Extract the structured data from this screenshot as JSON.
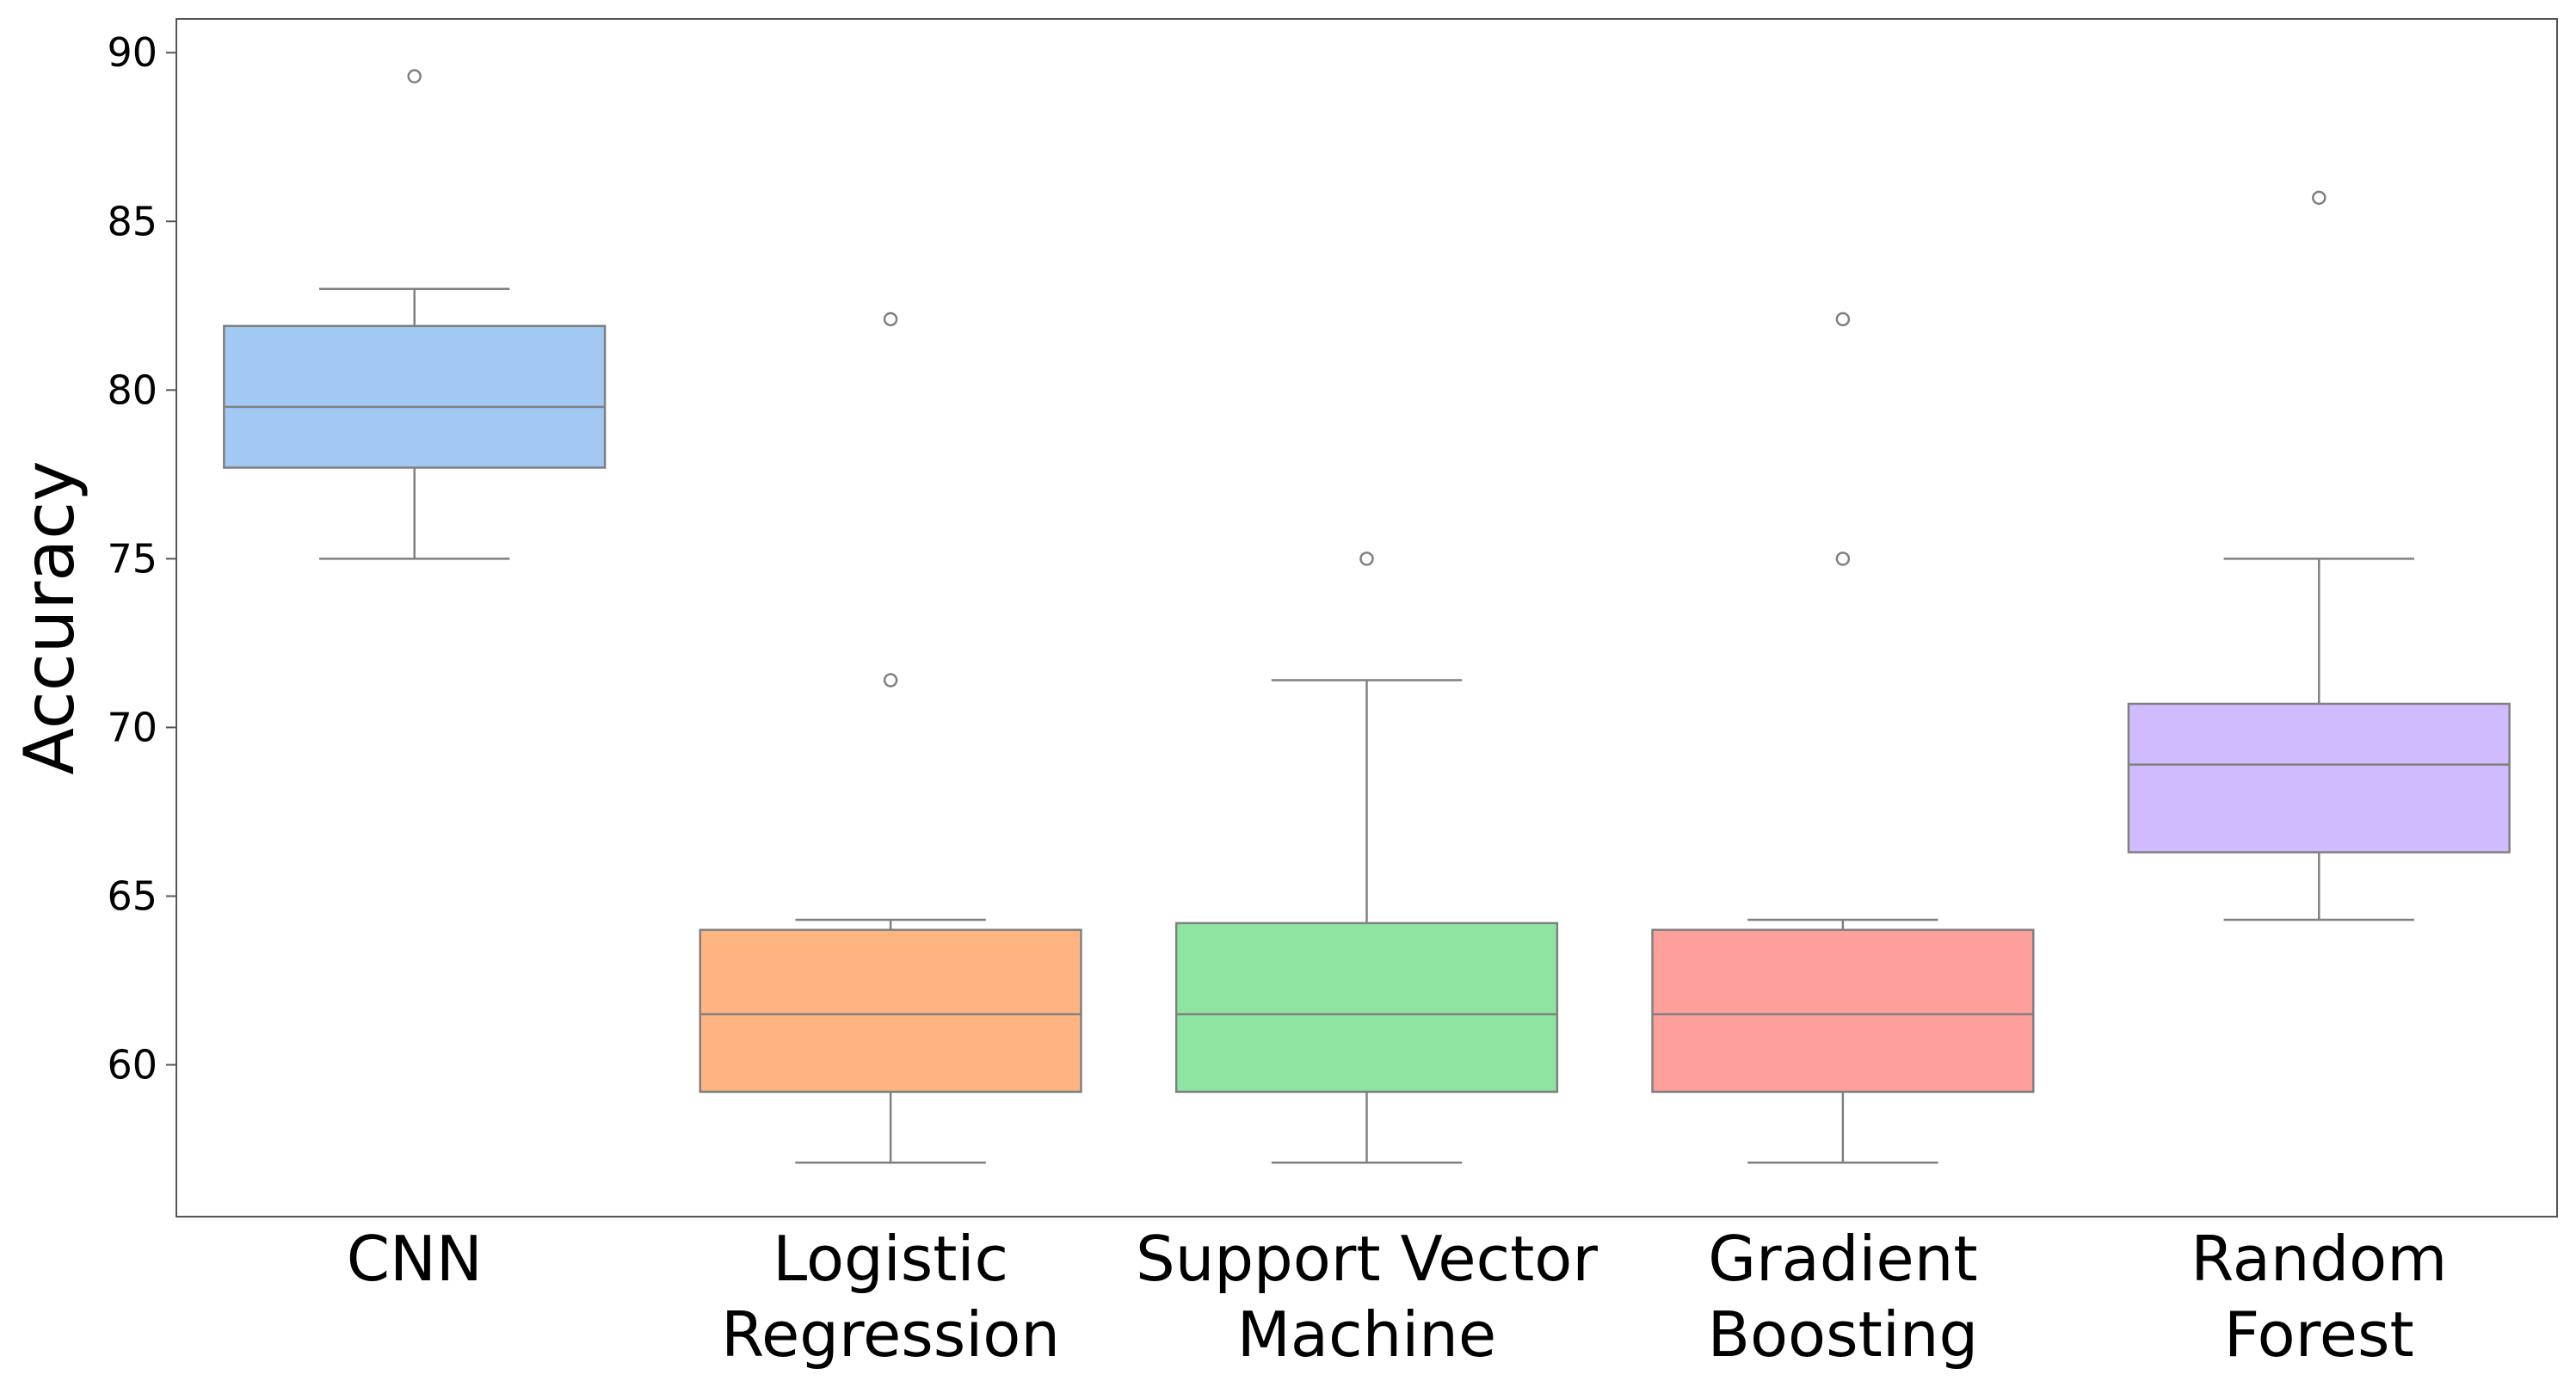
{
  "chart_data": {
    "type": "box",
    "title": "",
    "xlabel": "",
    "ylabel": "Accuracy",
    "ylim": [
      55.5,
      91
    ],
    "yticks": [
      60,
      65,
      70,
      75,
      80,
      85,
      90
    ],
    "grid": false,
    "legend": "none",
    "whisker_color": "#808080",
    "categories": [
      {
        "label_lines": [
          "CNN"
        ],
        "color": "#a1c9f4",
        "q1": 77.7,
        "median": 79.5,
        "q3": 81.9,
        "whisker_low": 75.0,
        "whisker_high": 83.0,
        "outliers": [
          89.3
        ]
      },
      {
        "label_lines": [
          "Logistic",
          "Regression"
        ],
        "color": "#ffb482",
        "q1": 59.2,
        "median": 61.5,
        "q3": 64.0,
        "whisker_low": 57.1,
        "whisker_high": 64.3,
        "outliers": [
          82.1,
          71.4
        ]
      },
      {
        "label_lines": [
          "Support Vector",
          "Machine"
        ],
        "color": "#8de5a1",
        "q1": 59.2,
        "median": 61.5,
        "q3": 64.2,
        "whisker_low": 57.1,
        "whisker_high": 71.4,
        "outliers": [
          75.0
        ]
      },
      {
        "label_lines": [
          "Gradient",
          "Boosting"
        ],
        "color": "#ff9f9b",
        "q1": 59.2,
        "median": 61.5,
        "q3": 64.0,
        "whisker_low": 57.1,
        "whisker_high": 64.3,
        "outliers": [
          82.1,
          75.0
        ]
      },
      {
        "label_lines": [
          "Random",
          "Forest"
        ],
        "color": "#d0bbff",
        "q1": 66.3,
        "median": 68.9,
        "q3": 70.7,
        "whisker_low": 64.3,
        "whisker_high": 75.0,
        "outliers": [
          85.7
        ]
      }
    ]
  }
}
